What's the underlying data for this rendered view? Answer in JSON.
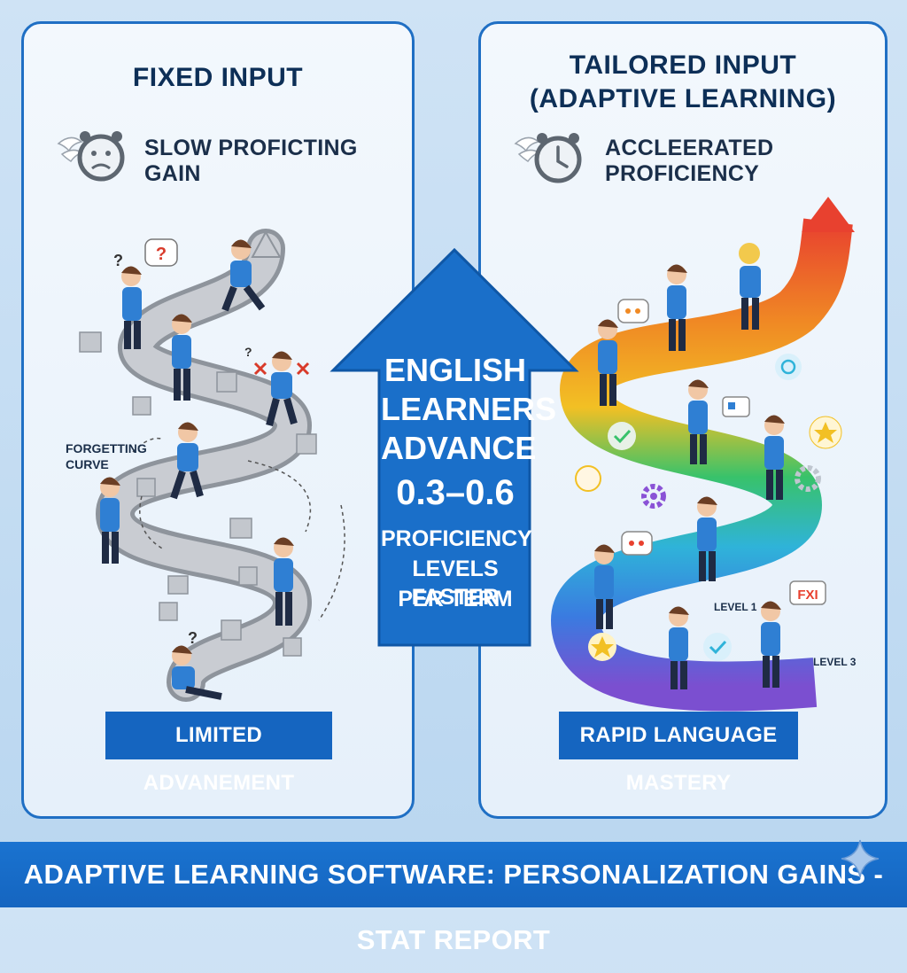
{
  "left_panel": {
    "title": "FIXED INPUT",
    "subtitle": "SLOW PROFICTING GAIN",
    "annotation_line1": "FORGETTING",
    "annotation_line2": "CURVE",
    "badge": "LIMITED ADVANEMENT",
    "question_mark": "?"
  },
  "right_panel": {
    "title_line1": "TAILORED INPUT",
    "title_line2": "(ADAPTIVE LEARNING)",
    "subtitle": "ACCLEERATED PROFICIENCY",
    "level_a": "LEVEL 1",
    "level_b": "LEVEL 3",
    "badge": "RAPID LANGUAGE MASTERY",
    "sign_text": "FXI"
  },
  "center_arrow": {
    "line1": "ENGLISH",
    "line2": "LEARNERS",
    "line3": "ADVANCE",
    "line4": "0.3–0.6",
    "line5": "PROFICIENCY",
    "line6": "LEVELS FASTER",
    "line7": "PER TERM"
  },
  "footer": {
    "title": "ADAPTIVE LEARNING SOFTWARE: PERSONALIZATION GAINS - STAT REPORT"
  },
  "colors": {
    "brand_blue": "#1565c0",
    "border_blue": "#1f6fc4",
    "path_gray": "#b8bcc4",
    "rainbow": [
      "#7b4fd0",
      "#3a7be0",
      "#2fb3d9",
      "#38c26b",
      "#f2c024",
      "#f08a24",
      "#e8412f"
    ]
  }
}
